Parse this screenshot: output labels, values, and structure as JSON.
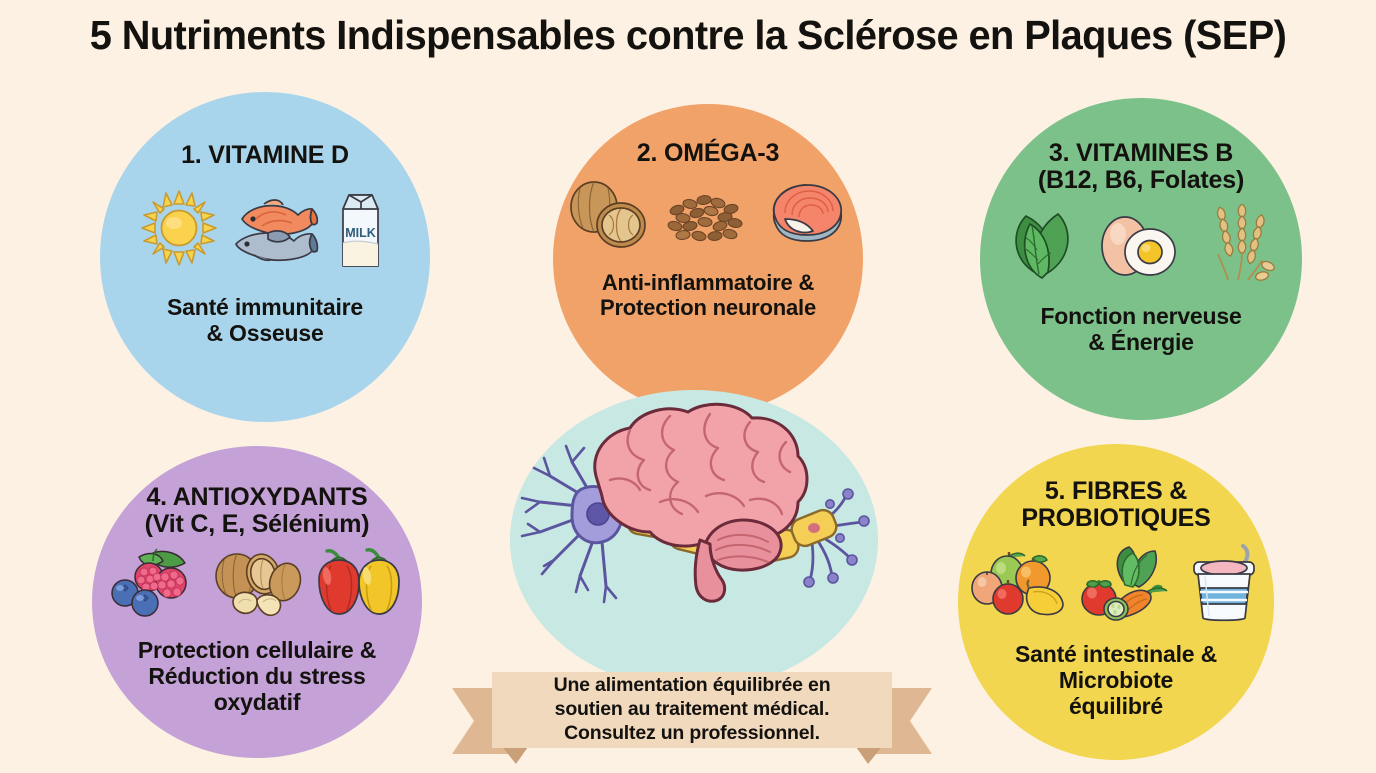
{
  "title": "5 Nutriments Indispensables contre la Sclérose en Plaques (SEP)",
  "background_color": "#FDF1E3",
  "nutrients": [
    {
      "number": "1.",
      "heading": "1. VITAMINE D",
      "benefit": "Santé immunitaire\n& Osseuse",
      "color": "#A9D5EC",
      "icons": [
        "sun-icon",
        "fish-icon",
        "milk-carton-icon"
      ],
      "milk_label": "MILK"
    },
    {
      "number": "2.",
      "heading": "2. OMÉGA-3",
      "benefit": "Anti-inflammatoire &\nProtection neuronale",
      "color": "#F1A269",
      "icons": [
        "walnut-icon",
        "seeds-icon",
        "salmon-steak-icon"
      ]
    },
    {
      "number": "3.",
      "heading": "3. VITAMINES B\n(B12, B6, Folates)",
      "benefit": "Fonction nerveuse\n& Énergie",
      "color": "#7CC18A",
      "icons": [
        "spinach-icon",
        "egg-icon",
        "wheat-icon"
      ]
    },
    {
      "number": "4.",
      "heading": "4. ANTIOXYDANTS\n(Vit C, E, Sélénium)",
      "benefit": "Protection cellulaire &\nRéduction du stress\noxydatif",
      "color": "#C4A1D6",
      "icons": [
        "berries-icon",
        "nuts-icon",
        "bell-peppers-icon"
      ]
    },
    {
      "number": "5.",
      "heading": "5. FIBRES &\nPROBIOTIQUES",
      "benefit": "Santé intestinale &\nMicrobiote\néquilibré",
      "color": "#F3D64F",
      "icons": [
        "fruits-icon",
        "vegetables-icon",
        "yogurt-cup-icon"
      ]
    }
  ],
  "center": {
    "background_color": "#C7E8E3",
    "elements": [
      "brain-illustration",
      "neuron-illustration",
      "myelin-sheath-illustration"
    ],
    "brain_color": "#F0A0A8",
    "neuron_color": "#9A93D0",
    "myelin_color": "#F5CE55"
  },
  "banner": {
    "text": "Une alimentation équilibrée en\nsoutien au traitement médical.\nConsultez un professionnel.",
    "panel_color": "#F1D9BE",
    "tail_color": "#DFB893"
  }
}
